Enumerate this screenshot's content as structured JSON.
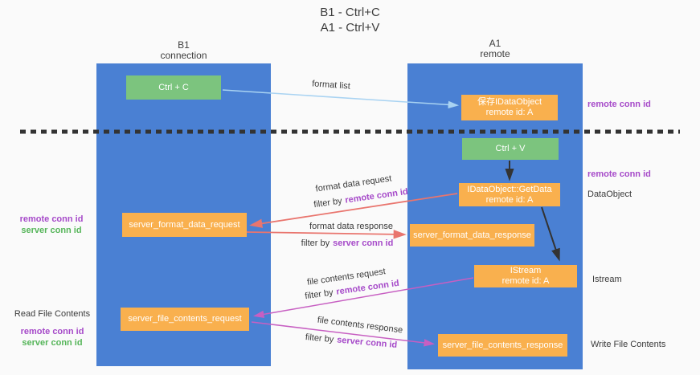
{
  "title": {
    "line1": "B1 - Ctrl+C",
    "line2": "A1 - Ctrl+V"
  },
  "columns": {
    "left": {
      "name": "B1",
      "subtitle": "connection"
    },
    "right": {
      "name": "A1",
      "subtitle": "remote"
    }
  },
  "boxes": {
    "ctrl_c": {
      "label": "Ctrl + C"
    },
    "save_obj": {
      "line1": "保存IDataObject",
      "line2": "remote id: A"
    },
    "ctrl_v": {
      "label": "Ctrl + V"
    },
    "getdata": {
      "line1": "IDataObject::GetData",
      "line2": "remote id: A"
    },
    "format_req": {
      "label": "server_format_data_request"
    },
    "format_resp": {
      "label": "server_format_data_response"
    },
    "istream": {
      "line1": "IStream",
      "line2": "remote id: A"
    },
    "file_req": {
      "label": "server_file_contents_request"
    },
    "file_resp": {
      "label": "server_file_contents_response"
    }
  },
  "annotations": {
    "format_list": "format list",
    "format_request": "format data request",
    "format_response": "format data response",
    "file_request": "file contents request",
    "file_response": "file contents response",
    "filter_by": "filter by",
    "remote_conn_id": "remote conn id",
    "server_conn_id": "server conn id"
  },
  "side_labels": {
    "left_top": {
      "remote": "remote conn id",
      "server": "server conn id"
    },
    "left_bottom": {
      "title": "Read File Contents",
      "remote": "remote conn id",
      "server": "server conn id"
    },
    "right": {
      "top_remote": "remote conn id",
      "mid_remote": "remote conn id",
      "dataobject": "DataObject",
      "istream": "Istream",
      "write": "Write File Contents"
    }
  },
  "colors": {
    "column_blue": "#4a80d3",
    "box_green": "#7cc47e",
    "box_orange": "#f9b04e",
    "purple": "#a64ac9",
    "green_text": "#55b559",
    "arrow_salmon": "#e9756e",
    "arrow_magenta": "#c75fc2",
    "arrow_lightblue": "#a9d3f2",
    "arrow_black": "#333333"
  }
}
